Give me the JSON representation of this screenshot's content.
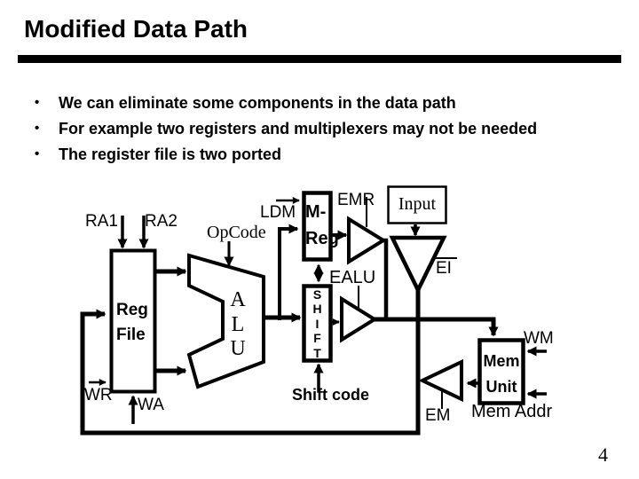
{
  "slide": {
    "title": "Modified Data Path",
    "bullets": [
      "We can eliminate some components in the data path",
      "For example two registers and multiplexers may not be needed",
      "The register file is two ported"
    ],
    "page_number": "4"
  },
  "diagram": {
    "reg_file": {
      "line1": "Reg",
      "line2": "File"
    },
    "alu": {
      "letters": [
        "A",
        "L",
        "U"
      ]
    },
    "m_reg": {
      "line1": "M-",
      "line2": "Reg"
    },
    "shift_register": {
      "letters": [
        "S",
        "H",
        "I",
        "F",
        "T"
      ]
    },
    "mem_unit": {
      "line1": "Mem",
      "line2": "Unit"
    },
    "input_box_label": "Input",
    "signals": {
      "ra1": "RA1",
      "ra2": "RA2",
      "opcode": "OpCode",
      "ldm": "LDM",
      "emr": "EMR",
      "ei": "EI",
      "ealu": "EALU",
      "wr": "WR",
      "wa": "WA",
      "shift_code": "Shift code",
      "em": "EM",
      "wm": "WM",
      "mem_addr": "Mem Addr"
    },
    "colors": {
      "ink": "#000000",
      "paper": "#ffffff"
    }
  }
}
